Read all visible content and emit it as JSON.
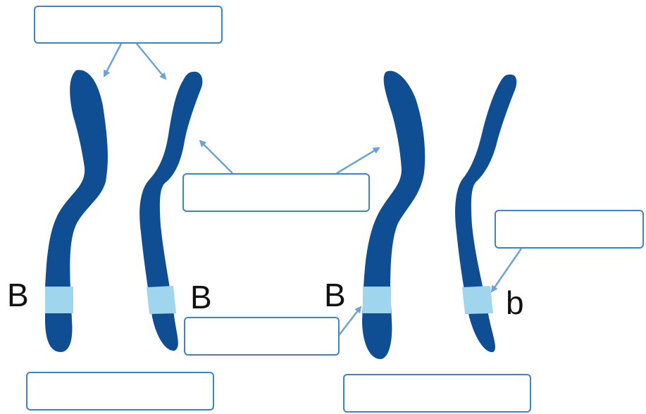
{
  "colors": {
    "chromosome": "#0f4e93",
    "band": "#9fd6ee",
    "arrow": "#6aa3d6",
    "box_border": "#3f83c3"
  },
  "gene_labels": {
    "pair1_left": "B",
    "pair1_right": "B",
    "pair2_left": "B",
    "pair2_right": "b"
  },
  "answer_boxes": {
    "top": "",
    "middle": "",
    "right": "",
    "bottom_middle": "",
    "bottom_left": "",
    "bottom_right": ""
  }
}
